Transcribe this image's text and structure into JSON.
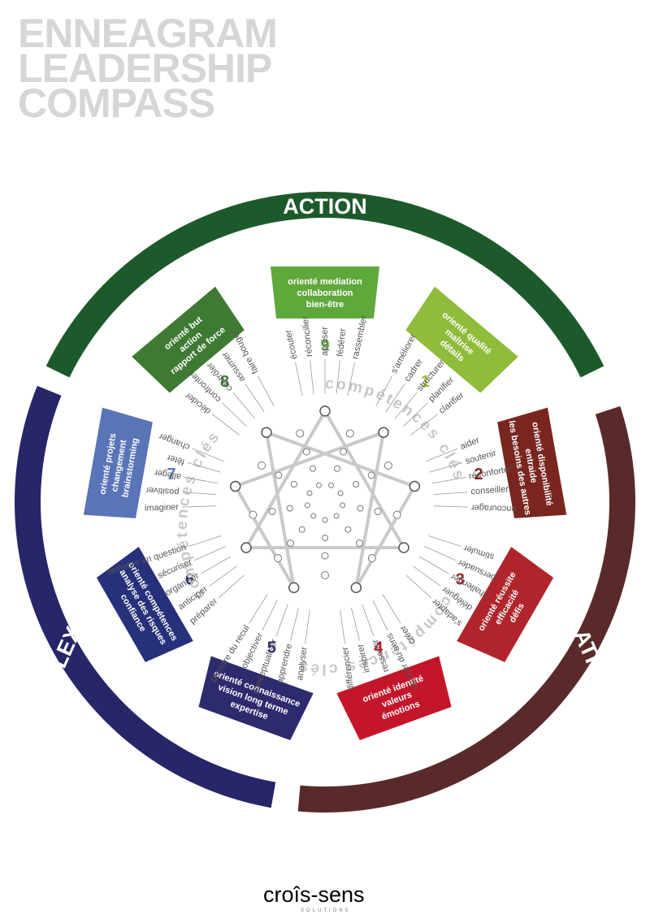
{
  "title": {
    "line1": "ENNEAGRAM",
    "line2": "LEADERSHIP",
    "line3": "COMPASS"
  },
  "zones": {
    "action": "ACTION",
    "relation": "RELATION",
    "reflexion": "RÉFLEXION"
  },
  "center_ring_text": "compétences clés",
  "colors": {
    "action": "#1d5a2b",
    "relation": "#5a2a2a",
    "reflexion": "#262669",
    "type1": "#8fbc3a",
    "type2": "#7a2620",
    "type3": "#b0252b",
    "type4": "#c4162a",
    "type5": "#2e2a6e",
    "type6": "#27307a",
    "type7": "#5a74b8",
    "type8": "#3f7a33",
    "type9": "#5fa83c"
  },
  "types": [
    {
      "number": "1",
      "lines": [
        "orienté qualité",
        "maîtrise",
        "détails"
      ],
      "verbs": [
        "s'améliorer",
        "cadrer",
        "structurer",
        "planifier",
        "clarifier"
      ]
    },
    {
      "number": "2",
      "lines": [
        "orienté disponibilité",
        "entraide",
        "les besoins des autres"
      ],
      "verbs": [
        "aider",
        "soutenir",
        "réconforter",
        "conseiller",
        "encourager"
      ]
    },
    {
      "number": "3",
      "lines": [
        "orienté réussite",
        "efficacité",
        "défis"
      ],
      "verbs": [
        "stimuler",
        "persuader",
        "challenger",
        "déléguer",
        "s'adapter"
      ]
    },
    {
      "number": "4",
      "lines": [
        "orienté identité",
        "valeurs",
        "émotions"
      ],
      "verbs": [
        "créer",
        "donner du sens",
        "ressentir",
        "inspirer",
        "différencier"
      ]
    },
    {
      "number": "5",
      "lines": [
        "orienté connaissance",
        "vision long terme",
        "expertise"
      ],
      "verbs": [
        "analyser",
        "apprendre",
        "conceptualiser",
        "objectiver",
        "prendre du recul"
      ]
    },
    {
      "number": "6",
      "lines": [
        "orienté compétences",
        "analyse des risques",
        "confiance"
      ],
      "verbs": [
        "préparer",
        "anticiper",
        "organiser",
        "sécuriser",
        "remettre en question"
      ]
    },
    {
      "number": "7",
      "lines": [
        "orienté projets",
        "changement",
        "brainstorming"
      ],
      "verbs": [
        "imaginer",
        "positiver",
        "alléger",
        "fêter",
        "changer"
      ]
    },
    {
      "number": "8",
      "lines": [
        "orienté but",
        "action",
        "rapport de force"
      ],
      "verbs": [
        "décider",
        "confronter",
        "contrôler",
        "assumer",
        "faire bouger"
      ]
    },
    {
      "number": "9",
      "lines": [
        "orienté mediation",
        "collaboration",
        "bien-être"
      ],
      "verbs": [
        "écouter",
        "réconcilier",
        "apaiser",
        "fédérer",
        "rassembler"
      ]
    }
  ],
  "logo": {
    "text": "croîs-sens",
    "sub": "SOLUTIONS"
  }
}
